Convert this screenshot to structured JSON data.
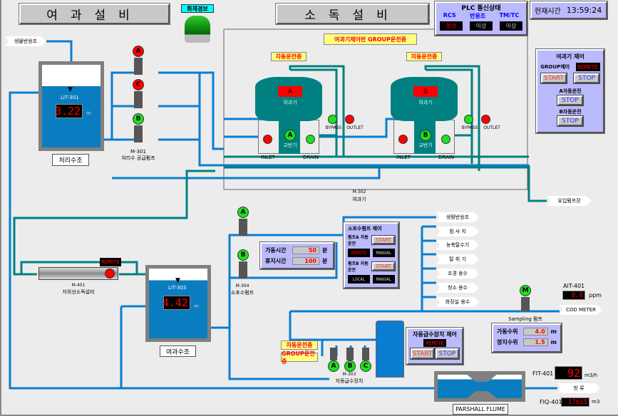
{
  "header": {
    "filter_title": "여과설비",
    "disinfect_title": "소독설비",
    "fire_alarm": "화재경보",
    "time_label": "현재시간",
    "time": "13:59:24"
  },
  "plc": {
    "title": "PLC 통신상태",
    "cols": [
      {
        "label": "RCS",
        "status": "정상",
        "color": "#ff0000"
      },
      {
        "label": "반응조",
        "status": "이상",
        "color": "#c0c0c0"
      },
      {
        "label": "TM/TC",
        "status": "이상",
        "color": "#c0c0c0"
      }
    ]
  },
  "colors": {
    "pipe_blue": "#0a7dd0",
    "pipe_teal": "#008080",
    "panel": "#babafc",
    "run": "#1ee01e",
    "stop": "#ff0000"
  },
  "tank301": {
    "tag": "LIT-301",
    "value": "3.22",
    "unit": "m",
    "name": "처리수조"
  },
  "pumps301": {
    "items": [
      "A",
      "C",
      "B"
    ],
    "states": [
      "stop",
      "stop",
      "run"
    ],
    "id": "M-301",
    "name": "처리수 공급펌프"
  },
  "inlet_tag": "생물반응조",
  "filters": {
    "banner": "여과기제어반 GROUP운전중",
    "id": "M-302",
    "name": "여과기",
    "units": [
      {
        "status": "자동운전중",
        "letter": "A",
        "label": "여과기",
        "mixer": "교반기",
        "inlet": "INLET",
        "drain": "DRAIN",
        "bypass": "BYPASS",
        "outlet": "OUTLET"
      },
      {
        "status": "자동운전중",
        "letter": "B",
        "label": "여과기",
        "mixer": "교반기",
        "inlet": "INLET",
        "drain": "DRAIN",
        "bypass": "BYPASS",
        "outlet": "OUTLET"
      }
    ]
  },
  "filter_ctrl": {
    "title": "여과기 제어",
    "group_label": "GROUP제어",
    "group_mode": "REMOTE",
    "start": "START",
    "stop": "STOP",
    "a_label": "A자동운전",
    "a_btn": "STOP",
    "b_label": "B자동운전",
    "b_btn": "STOP"
  },
  "influent_tag": "유입펌프장",
  "uv": {
    "mode": "REMOTE",
    "id": "M-401",
    "name": "자외선소독설비"
  },
  "tank303": {
    "tag": "LIT-303",
    "value": "4.42",
    "unit": "m",
    "name": "여과수조"
  },
  "pumps304": {
    "items": [
      "A",
      "B"
    ],
    "id": "M-304",
    "name": "소포수펌프"
  },
  "timer": {
    "run_label": "가동시간",
    "run_value": "50",
    "rest_label": "휴지시간",
    "rest_value": "100",
    "unit": "분"
  },
  "foam_ctrl": {
    "title": "소포수펌프 제어",
    "a_label": "펌프A 자동운전",
    "a_start": "START",
    "a_mode": "REMOTE",
    "a_manual": "MANUAL",
    "b_label": "펌프B 자동운전",
    "b_start": "START",
    "b_mode": "LOCAL",
    "b_manual": "MANUAL"
  },
  "dest_tags": [
    "생활반응조",
    "침 사 지",
    "농축탈수기",
    "탈 취 기",
    "조경 용수",
    "청소 용수",
    "화장실 용수"
  ],
  "sampling": {
    "motor": "M",
    "name": "Sampling 펌프"
  },
  "ait": {
    "tag": "AIT-401",
    "value": "0.0",
    "unit": "ppm",
    "dest": "COD METER"
  },
  "level_ctrl": {
    "run_label": "가동수위",
    "run_value": "4.0",
    "stop_label": "정지수위",
    "stop_value": "1.5",
    "unit": "m"
  },
  "booster": {
    "status1": "자동운전중",
    "status2": "GROUP운전중",
    "items": [
      "A",
      "B",
      "C"
    ],
    "id": "M-303",
    "name": "자동급수장치"
  },
  "booster_ctrl": {
    "title": "자동급수장치 제어",
    "mode": "REMOTE",
    "start": "START",
    "stop": "STOP"
  },
  "flume": {
    "name": "PARSHALL FLUME"
  },
  "fit": {
    "tag": "FIT-401",
    "value": "92",
    "unit": "m3/h",
    "dest": "방 류"
  },
  "fiq": {
    "tag": "FIQ-401",
    "value": "17615",
    "unit": "m3"
  }
}
